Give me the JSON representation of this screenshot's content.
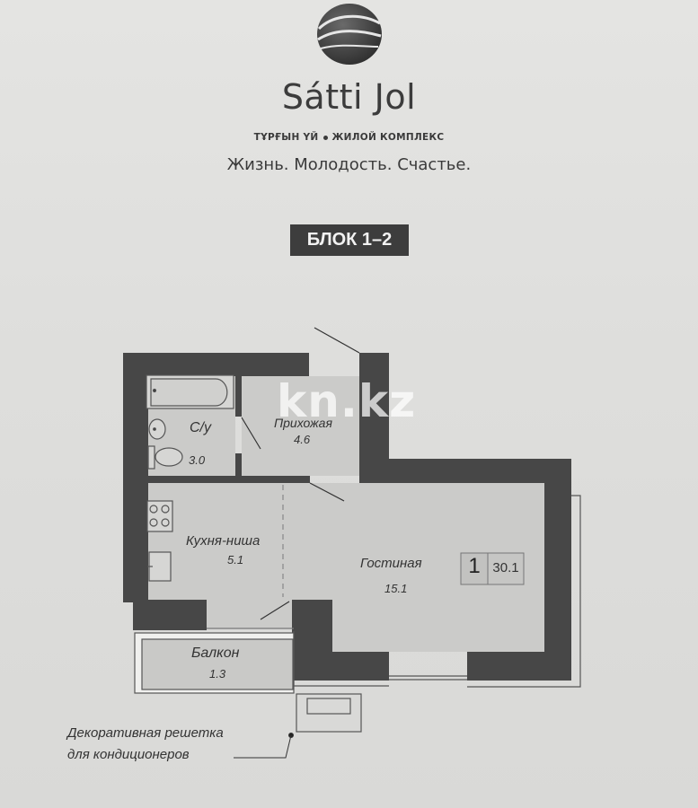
{
  "header": {
    "logo": "globe-logo-icon",
    "brand_name": "Sátti Jol",
    "subtitle_kz": "ТҰРҒЫН ҮЙ",
    "subtitle_ru": "ЖИЛОЙ КОМПЛЕКС",
    "slogan": "Жизнь. Молодость. Счастье.",
    "block_label": "БЛОК 1–2"
  },
  "floor_plan": {
    "rooms": [
      {
        "name": "С/у",
        "area": "3.0"
      },
      {
        "name": "Прихожая",
        "area": "4.6"
      },
      {
        "name": "Кухня-ниша",
        "area": "5.1"
      },
      {
        "name": "Гостиная",
        "area": "15.1"
      },
      {
        "name": "Балкон",
        "area": "1.3"
      }
    ],
    "apartment_rooms": "1",
    "apartment_total_area": "30.1",
    "annotation_line1": "Декоративная решетка",
    "annotation_line2": "для кондиционеров"
  },
  "watermark": "kn.kz",
  "colors": {
    "wall": "#454545",
    "room_fill": "#c9c9c7",
    "page": "#e2e2e0",
    "badge": "#3d3d3d"
  }
}
